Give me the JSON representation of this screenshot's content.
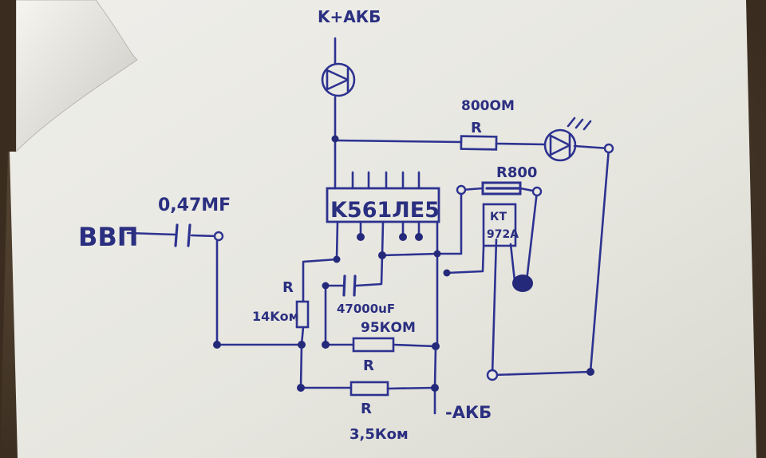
{
  "labels": {
    "top_supply": "K+АКБ",
    "r_top_value": "800ОМ",
    "r_top_name": "R",
    "r_right_name": "R800",
    "cap_in_value": "0,47MF",
    "input_name": "ВВП",
    "chip_name": "K561ЛЕ5",
    "transistor_name_line1": "КТ",
    "transistor_name_line2": "972A",
    "r_left_name": "R",
    "r_left_value": "14Kом",
    "cap_mid_value": "47000uF",
    "r_mid_value": "95КОМ",
    "r_mid_name": "R",
    "r_bottom_name": "R",
    "r_bottom_value": "3,5Ком",
    "ground": "-АКБ"
  },
  "colors": {
    "ink": "#2d3290",
    "paper": "#e9e8e2",
    "background": "#3a2d20"
  }
}
